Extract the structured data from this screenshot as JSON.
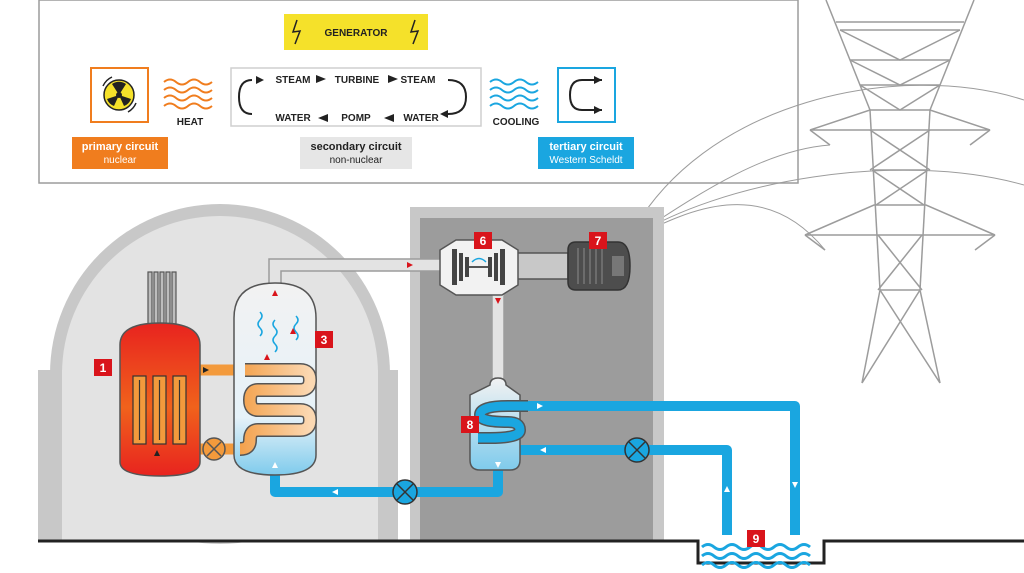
{
  "legend": {
    "generator": "GENERATOR",
    "heat": "HEAT",
    "cooling": "COOLING",
    "steam_left": "STEAM",
    "turbine": "TURBINE",
    "steam_right": "STEAM",
    "water_left": "WATER",
    "pomp": "POMP",
    "water_right": "WATER",
    "primary_title": "primary circuit",
    "primary_sub": "nuclear",
    "secondary_title": "secondary circuit",
    "secondary_sub": "non-nuclear",
    "tertiary_title": "tertiary circuit",
    "tertiary_sub": "Western Scheldt"
  },
  "markers": [
    "1",
    "3",
    "6",
    "7",
    "8",
    "9"
  ],
  "colors": {
    "orange": "#f07d1e",
    "blue": "#1aa6e0",
    "red": "#d9141b",
    "yellow": "#f5e12a",
    "gray": "#9c9c9c"
  }
}
